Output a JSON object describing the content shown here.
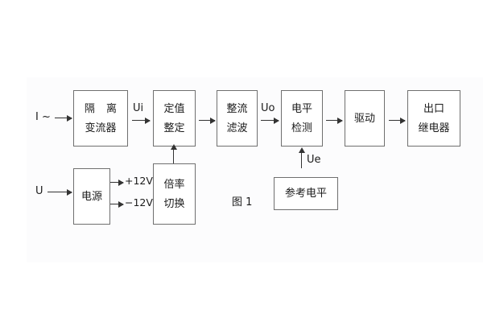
{
  "figure": {
    "caption": "图 1",
    "background_color": "#fcfcfd",
    "line_color": "#6f6f6f",
    "text_color": "#1b1b1b"
  },
  "inputs": [
    {
      "id": "current-input",
      "label": "I ~"
    },
    {
      "id": "voltage-input",
      "label": "U"
    }
  ],
  "blocks": [
    {
      "id": "isolation-transformer",
      "line1": "隔 离",
      "line2": "变流器"
    },
    {
      "id": "setting-value",
      "line1": "定值",
      "line2": "整定"
    },
    {
      "id": "rectify-filter",
      "line1": "整流",
      "line2": "滤波"
    },
    {
      "id": "level-detect",
      "line1": "电平",
      "line2": "检测"
    },
    {
      "id": "drive",
      "line1": "驱动",
      "line2": ""
    },
    {
      "id": "output-relay",
      "line1": "出口",
      "line2": "继电器"
    },
    {
      "id": "power-supply",
      "line1": "电源",
      "line2": ""
    },
    {
      "id": "ratio-switch",
      "line1": "倍率",
      "line2": "切换"
    },
    {
      "id": "reference-level",
      "line1": "参考电平",
      "line2": ""
    }
  ],
  "signals": {
    "ui": "Ui",
    "uo": "Uo",
    "ue": "Ue",
    "plus12v": "+12V",
    "minus12v": "−12V"
  }
}
